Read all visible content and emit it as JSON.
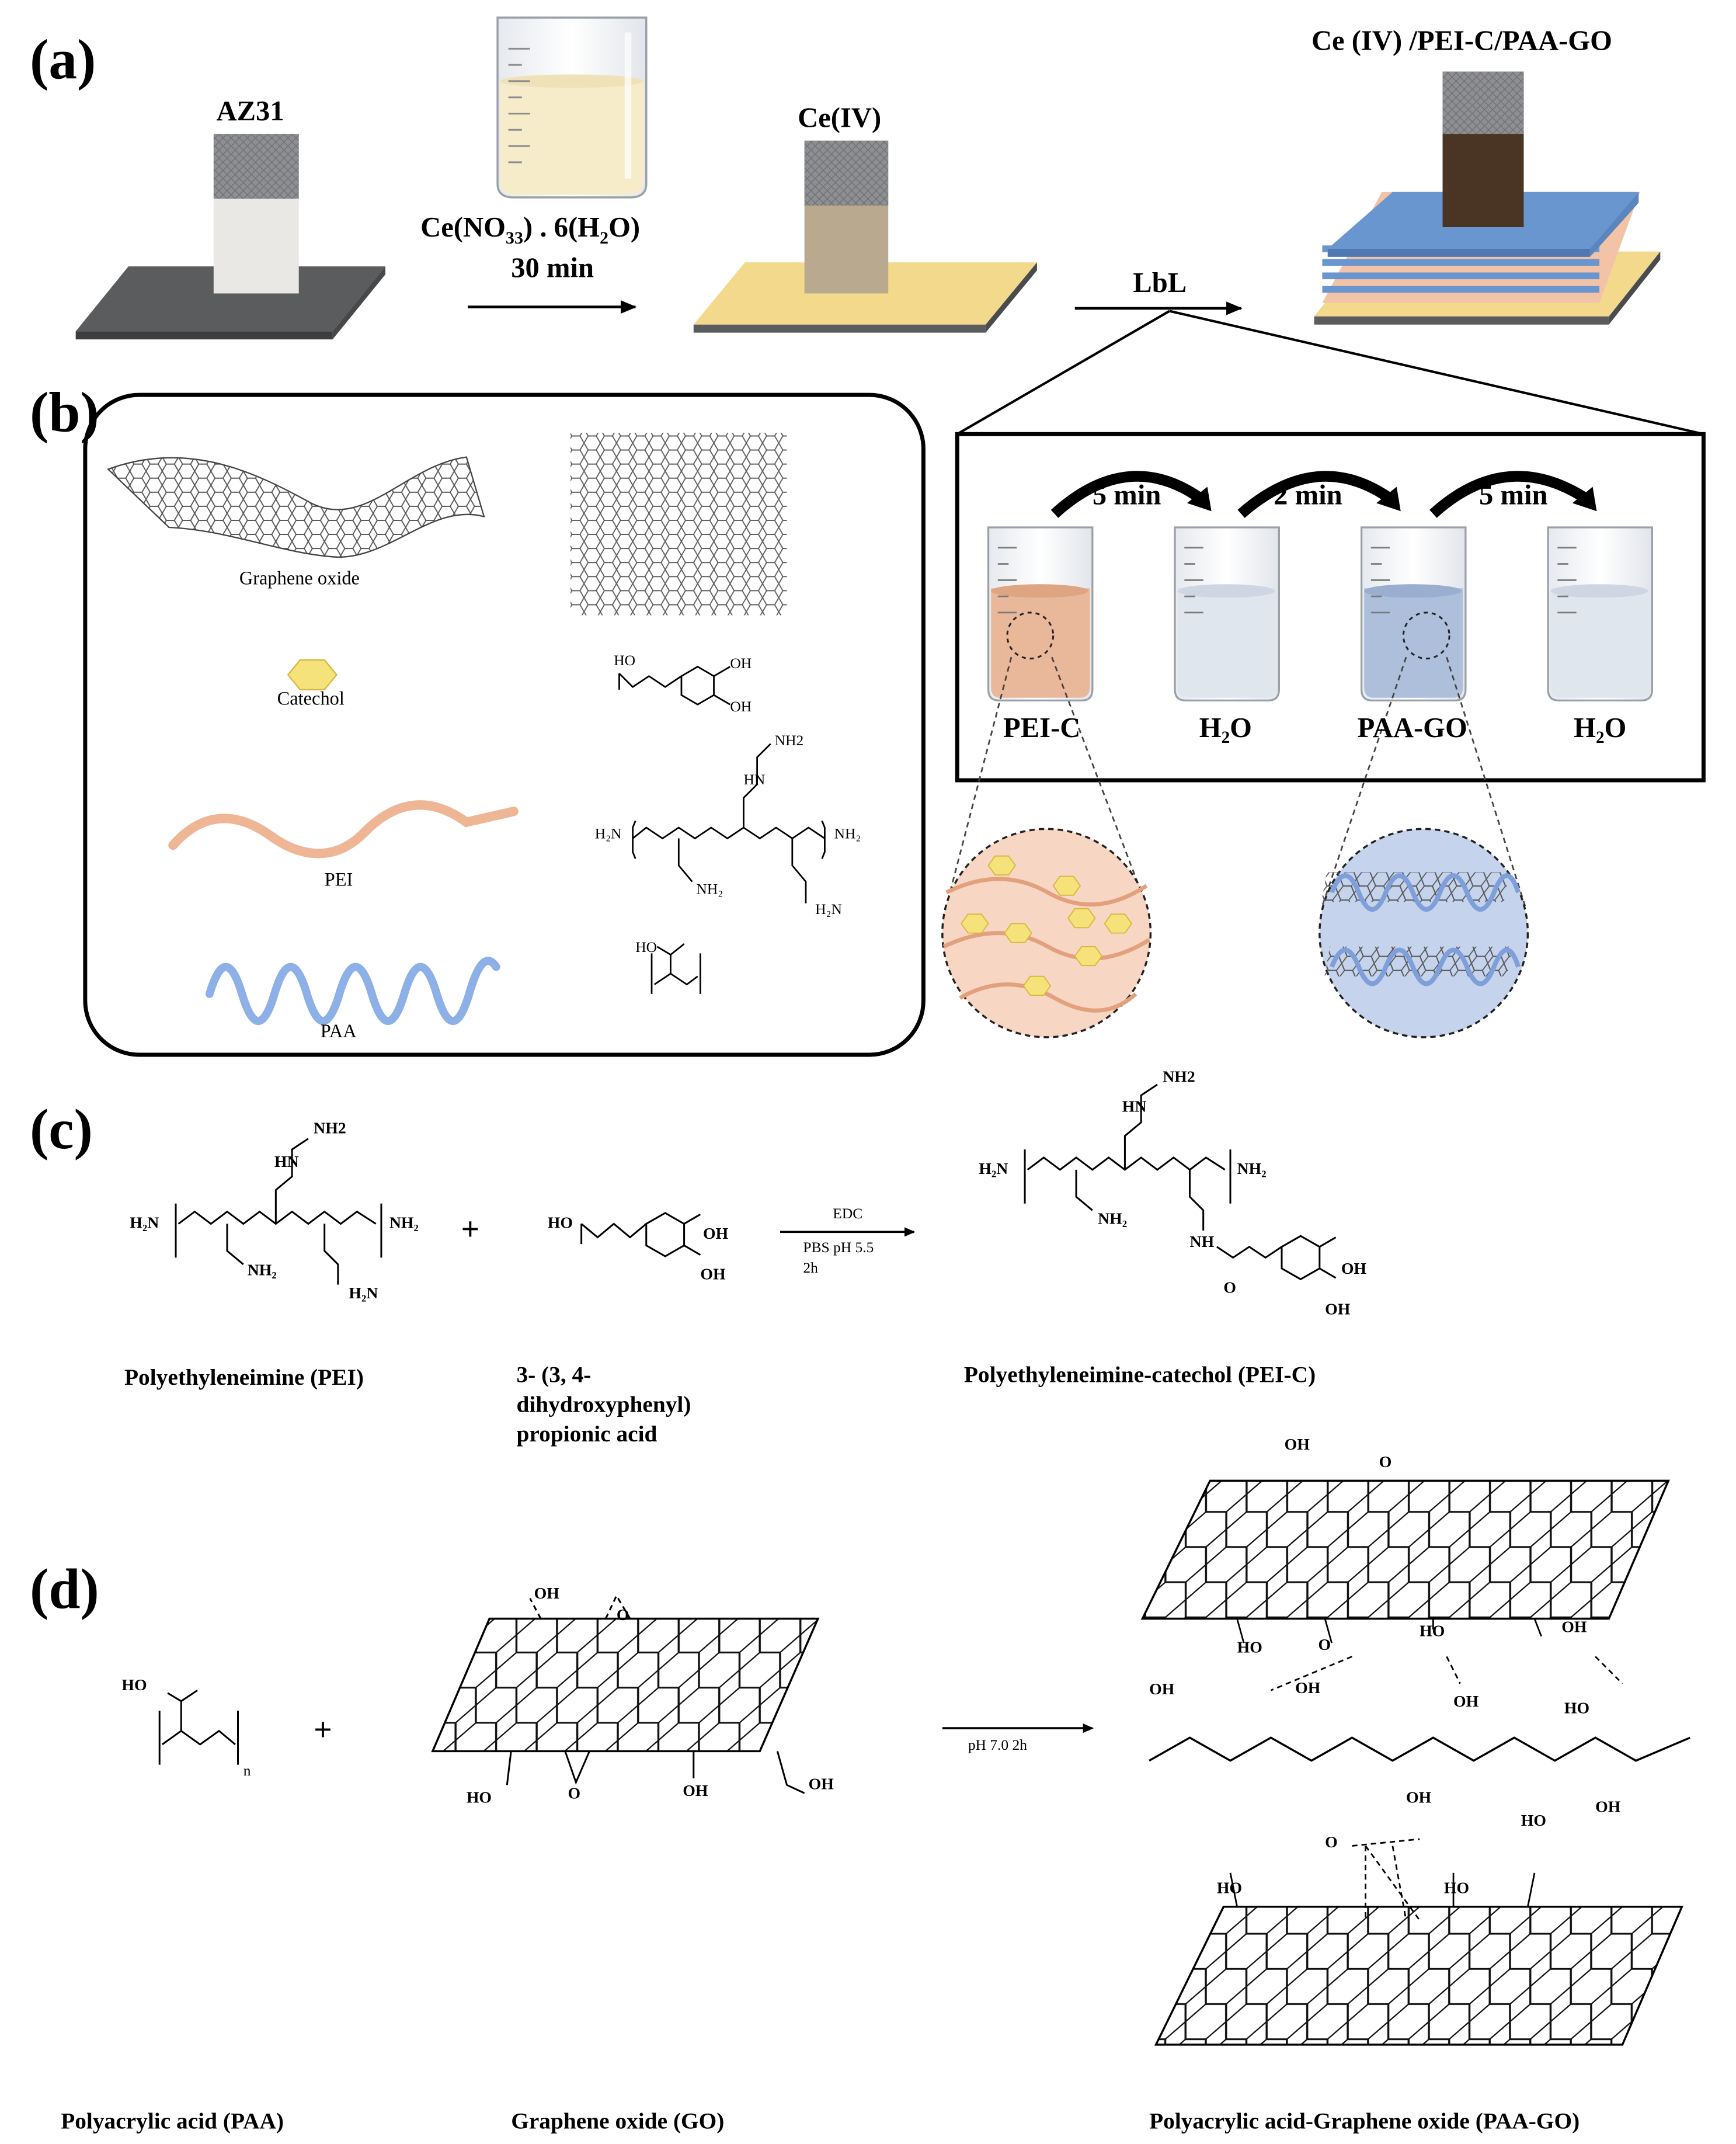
{
  "panels": {
    "a": {
      "label": "(a)",
      "substrate_label": "AZ31",
      "step1_reagent": "Ce(NO",
      "step1_reagent_sub3": "3",
      "step1_reagent_sub3b": "3",
      "step1_reagent_mid": ") . 6(H",
      "step1_reagent_sub2": "2",
      "step1_reagent_end": "O)",
      "step1_time": "30 min",
      "ce_label": "Ce(IV)",
      "lbl_label": "LbL",
      "final_label": "Ce (IV) /PEI-C/PAA-GO"
    },
    "b": {
      "label": "(b)",
      "graphene_oxide": "Graphene oxide",
      "catechol": "Catechol",
      "pei": "PEI",
      "paa": "PAA",
      "steps": [
        "5 min",
        "2 min",
        "5 min"
      ],
      "beakers": [
        "PEI-C",
        "H₂O",
        "PAA-GO",
        "H₂O"
      ]
    },
    "c": {
      "label": "(c)",
      "reactant1": "Polyethyleneimine (PEI)",
      "reactant2_line1": "3- (3, 4-",
      "reactant2_line2": "dihydroxyphenyl)",
      "reactant2_line3": "propionic acid",
      "product": "Polyethyleneimine-catechol (PEI-C)",
      "cond1": "EDC",
      "cond2": "PBS pH 5.5",
      "cond3": "2h",
      "plus": "+"
    },
    "d": {
      "label": "(d)",
      "reactant1": "Polyacrylic acid (PAA)",
      "reactant2": "Graphene oxide (GO)",
      "product": "Polyacrylic acid-Graphene oxide (PAA-GO)",
      "cond": "pH 7.0   2h",
      "plus": "+"
    }
  },
  "chem_labels": {
    "nh2": "NH2",
    "nh2b": "NH₂",
    "h2n": "H₂N",
    "hn": "HN",
    "n": "N",
    "nsub": "n",
    "oh": "OH",
    "ho": "HO",
    "o": "O",
    "hoo": "HO",
    "nh": "NH"
  },
  "colors": {
    "substrate_dark": "#58595b",
    "substrate_yellow": "#f2d98c",
    "layer_blue": "#6a96cf",
    "layer_pink": "#f3c3a8",
    "pei_liquid": "#e9b89a",
    "paa_liquid": "#aebfdc",
    "water_liquid": "#dfe6ee",
    "ce_liquid": "#f6eccb",
    "pei_strand": "#efb696",
    "paa_strand": "#8db0e6",
    "catechol": "#f6e27a"
  }
}
